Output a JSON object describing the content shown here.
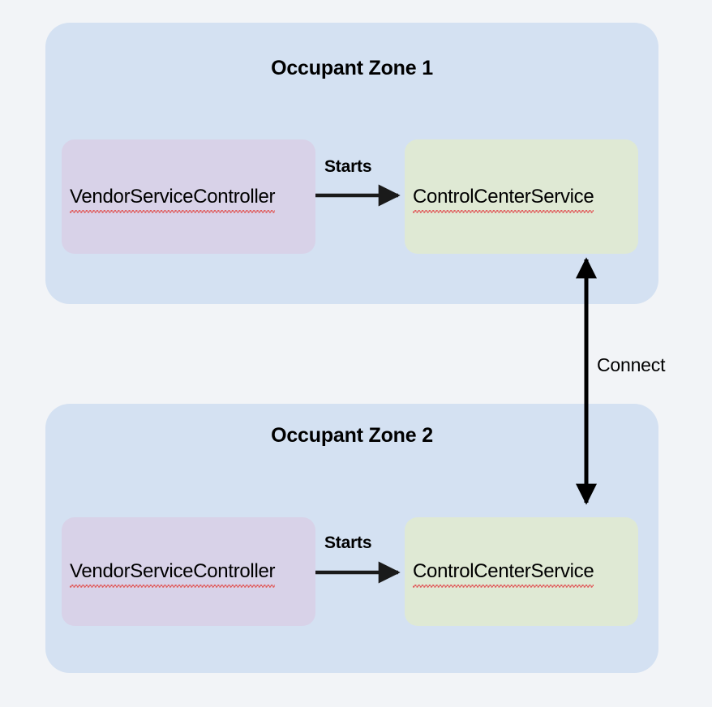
{
  "diagram": {
    "background_color": "#f2f4f7",
    "zones": [
      {
        "id": "zone-1",
        "title": "Occupant Zone 1",
        "fill": "#d4e1f2",
        "nodes": [
          {
            "id": "vendor-1",
            "label": "VendorServiceController",
            "fill": "#d8d2e8",
            "spellcheck_error": true
          },
          {
            "id": "control-1",
            "label": "ControlCenterService",
            "fill": "#dfe9d4",
            "spellcheck_error": true
          }
        ],
        "edge_label": "Starts"
      },
      {
        "id": "zone-2",
        "title": "Occupant Zone 2",
        "fill": "#d4e1f2",
        "nodes": [
          {
            "id": "vendor-2",
            "label": "VendorServiceController",
            "fill": "#d8d2e8",
            "spellcheck_error": true
          },
          {
            "id": "control-2",
            "label": "ControlCenterService",
            "fill": "#dfe9d4",
            "spellcheck_error": true
          }
        ],
        "edge_label": "Starts"
      }
    ],
    "cross_zone_edge": {
      "label": "Connect",
      "direction": "bidirectional",
      "from": "control-1",
      "to": "control-2",
      "color": "#000000"
    },
    "spellcheck_underline_color": "#e05a5a",
    "arrow_color": "#1a1a1a"
  }
}
